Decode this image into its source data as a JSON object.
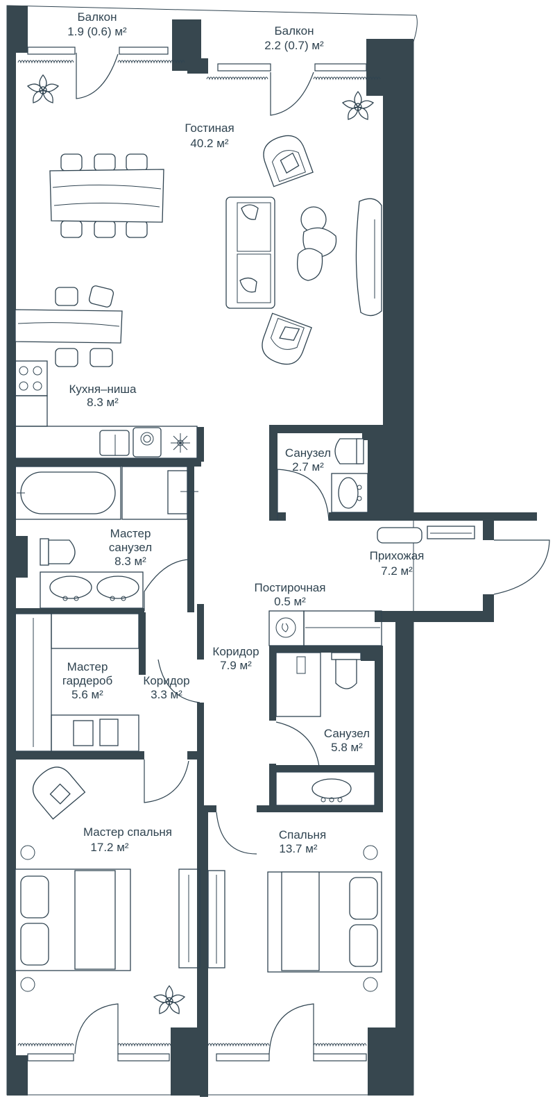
{
  "plan": {
    "colors": {
      "wall": "#37474f",
      "line": "#2f4350",
      "background": "#ffffff"
    },
    "rooms": [
      {
        "id": "balcony-1",
        "name": "Балкон",
        "area": "1.9 (0.6) м²"
      },
      {
        "id": "balcony-2",
        "name": "Балкон",
        "area": "2.2 (0.7) м²"
      },
      {
        "id": "living-room",
        "name": "Гостиная",
        "area": "40.2 м²"
      },
      {
        "id": "kitchen-niche",
        "name": "Кухня–ниша",
        "area": "8.3 м²"
      },
      {
        "id": "bathroom-small",
        "name": "Санузел",
        "area": "2.7 м²"
      },
      {
        "id": "hallway",
        "name": "Прихожая",
        "area": "7.2 м²"
      },
      {
        "id": "laundry",
        "name": "Постирочная",
        "area": "0.5 м²"
      },
      {
        "id": "master-bathroom",
        "name": "Мастер\nсанузел",
        "area": "8.3 м²"
      },
      {
        "id": "corridor-main",
        "name": "Коридор",
        "area": "7.9 м²"
      },
      {
        "id": "master-wardrobe",
        "name": "Мастер\nгардероб",
        "area": "5.6 м²"
      },
      {
        "id": "corridor-small",
        "name": "Коридор",
        "area": "3.3 м²"
      },
      {
        "id": "bathroom",
        "name": "Санузел",
        "area": "5.8 м²"
      },
      {
        "id": "master-bedroom",
        "name": "Мастер спальня",
        "area": "17.2 м²"
      },
      {
        "id": "bedroom",
        "name": "Спальня",
        "area": "13.7 м²"
      }
    ]
  }
}
